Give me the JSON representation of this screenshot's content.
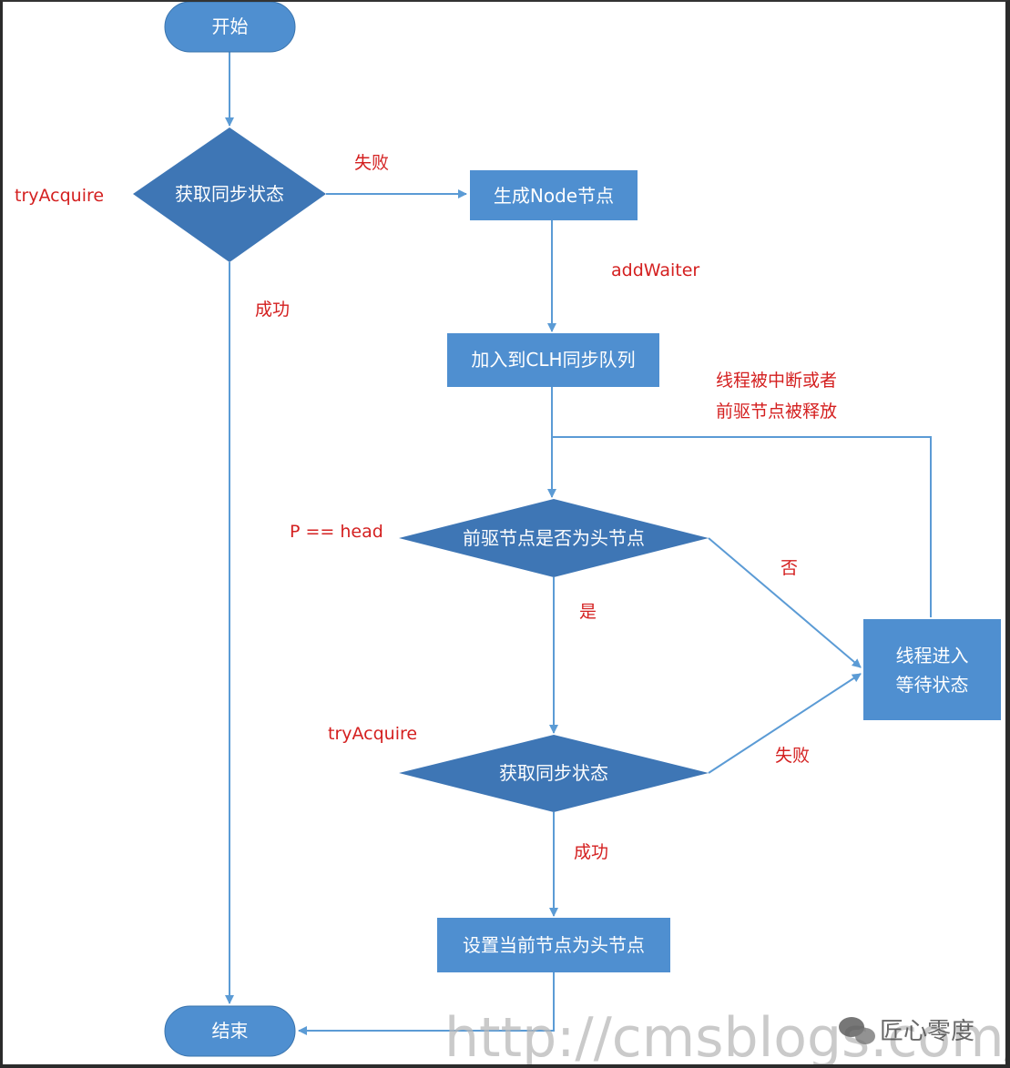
{
  "colors": {
    "node_fill": "#4f8fd0",
    "diamond_fill": "#3e76b5",
    "stroke": "#5b9bd5",
    "label_red": "#d42020"
  },
  "nodes": {
    "start": "开始",
    "decision1": "获取同步状态",
    "create_node": "生成Node节点",
    "enqueue": "加入到CLH同步队列",
    "decision2": "前驱节点是否为头节点",
    "wait_line1": "线程进入",
    "wait_line2": "等待状态",
    "decision3": "获取同步状态",
    "set_head": "设置当前节点为头节点",
    "end": "结束"
  },
  "labels": {
    "tryacquire1": "tryAcquire",
    "fail1": "失败",
    "success1": "成功",
    "addwaiter": "addWaiter",
    "interrupt_line1": "线程被中断或者",
    "interrupt_line2": "前驱节点被释放",
    "p_eq_head": "P == head",
    "no": "否",
    "yes": "是",
    "tryacquire2": "tryAcquire",
    "fail2": "失败",
    "success2": "成功"
  },
  "watermark": {
    "url": "http://cmsblogs.com/",
    "brand": "匠心零度"
  }
}
